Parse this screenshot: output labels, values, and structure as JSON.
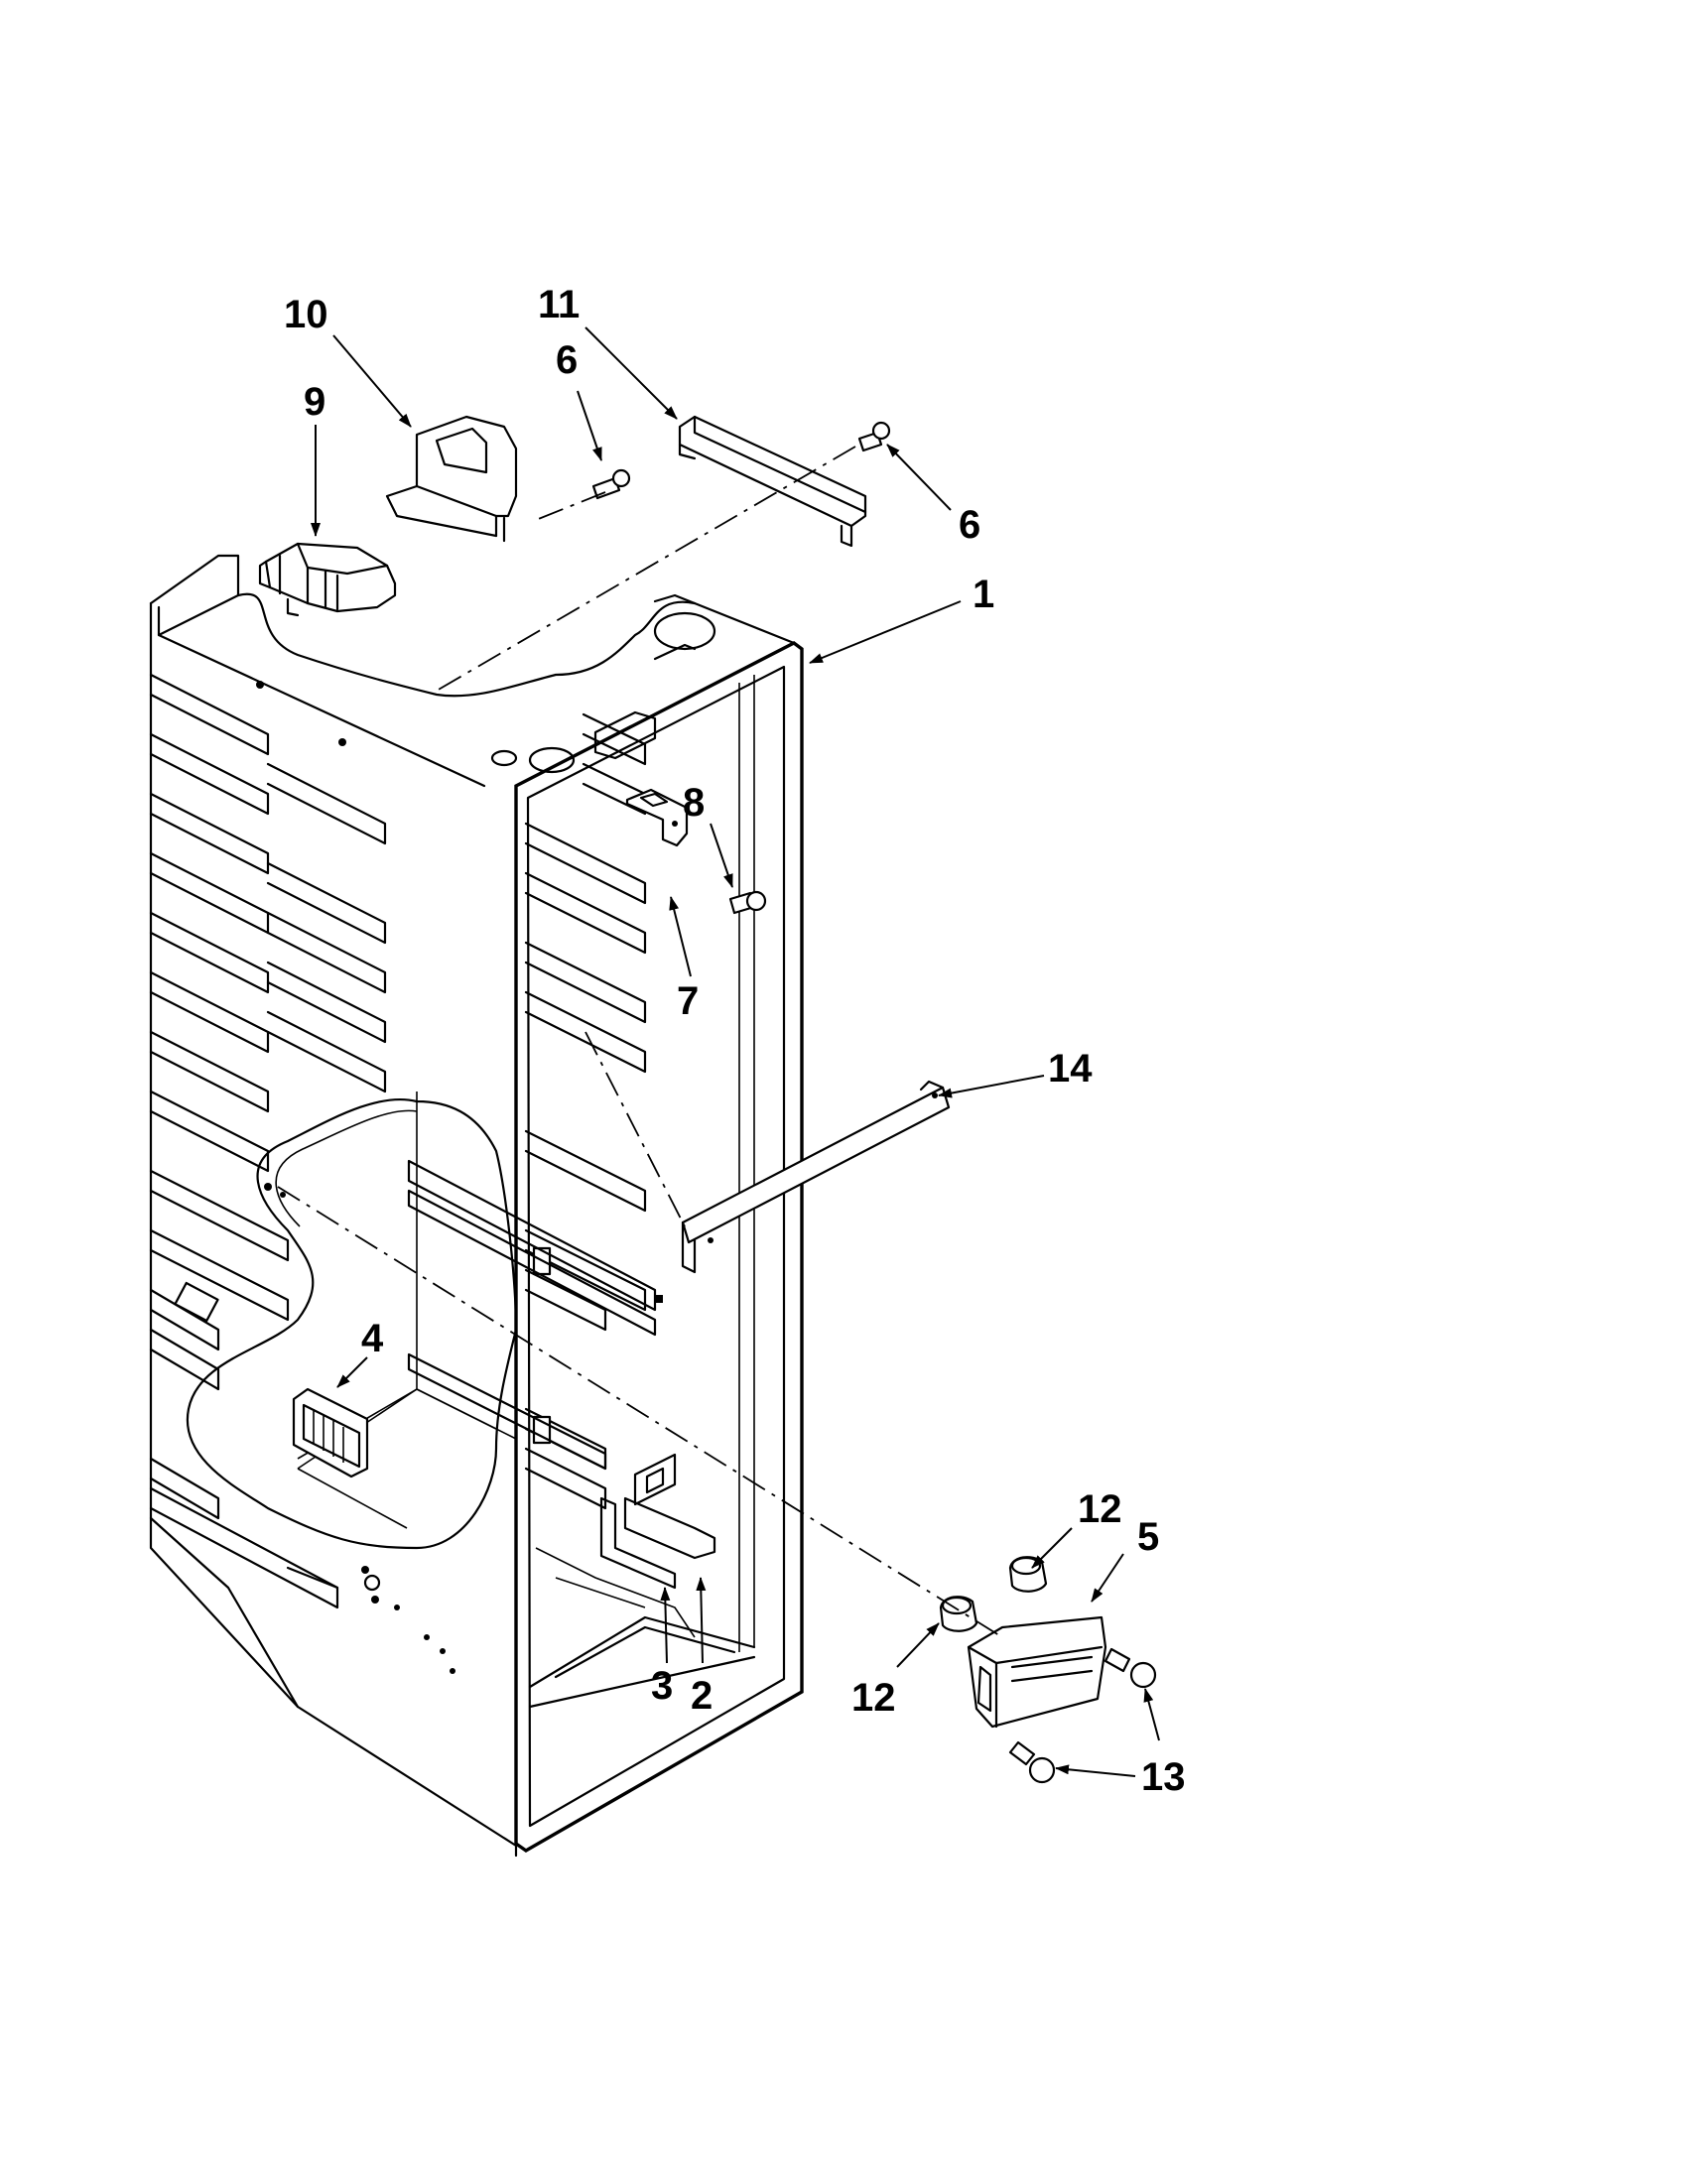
{
  "callouts": [
    {
      "id": "c1",
      "label": "1"
    },
    {
      "id": "c2",
      "label": "2"
    },
    {
      "id": "c3",
      "label": "3"
    },
    {
      "id": "c4",
      "label": "4"
    },
    {
      "id": "c5",
      "label": "5"
    },
    {
      "id": "c6a",
      "label": "6"
    },
    {
      "id": "c6b",
      "label": "6"
    },
    {
      "id": "c7",
      "label": "7"
    },
    {
      "id": "c8",
      "label": "8"
    },
    {
      "id": "c9",
      "label": "9"
    },
    {
      "id": "c10",
      "label": "10"
    },
    {
      "id": "c11",
      "label": "11"
    },
    {
      "id": "c12a",
      "label": "12"
    },
    {
      "id": "c12b",
      "label": "12"
    },
    {
      "id": "c13",
      "label": "13"
    },
    {
      "id": "c14",
      "label": "14"
    }
  ]
}
